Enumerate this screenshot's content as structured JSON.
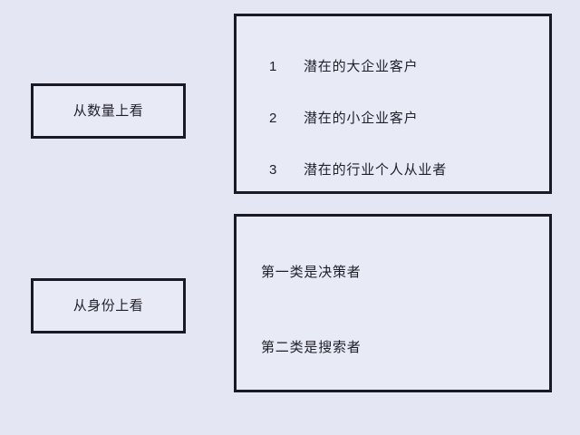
{
  "page": {
    "background_color": "#e4e7f3",
    "box_fill_color": "#e8eaf6",
    "box_border_color": "#1a1a26",
    "text_color": "#1f1f28"
  },
  "groups": [
    {
      "label": "从数量上看",
      "items": [
        {
          "index": "1",
          "text": "潜在的大企业客户"
        },
        {
          "index": "2",
          "text": "潜在的小企业客户"
        },
        {
          "index": "3",
          "text": "潜在的行业个人从业者"
        }
      ]
    },
    {
      "label": "从身份上看",
      "lines": [
        "第一类是决策者",
        "第二类是搜索者"
      ]
    }
  ]
}
